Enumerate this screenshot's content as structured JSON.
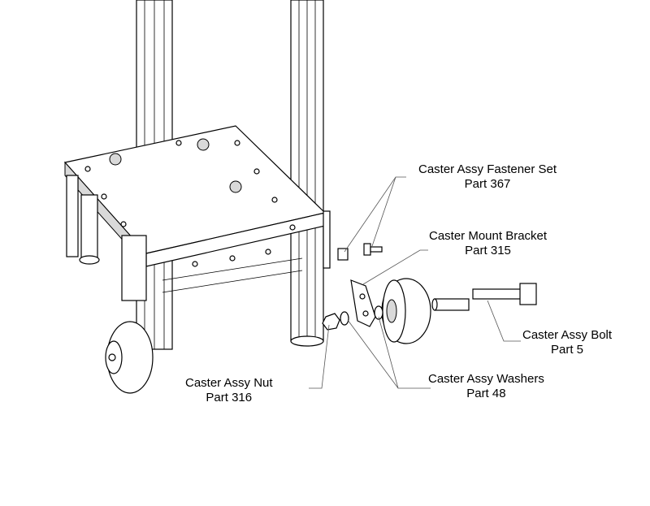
{
  "callouts": [
    {
      "id": "fastener-set",
      "name": "Caster Assy Fastener Set",
      "part": "Part 367"
    },
    {
      "id": "mount-bracket",
      "name": "Caster Mount Bracket",
      "part": "Part 315"
    },
    {
      "id": "bolt",
      "name": "Caster Assy Bolt",
      "part": "Part 5"
    },
    {
      "id": "washers",
      "name": "Caster Assy Washers",
      "part": "Part 48"
    },
    {
      "id": "nut",
      "name": "Caster Assy Nut",
      "part": "Part 316"
    }
  ]
}
